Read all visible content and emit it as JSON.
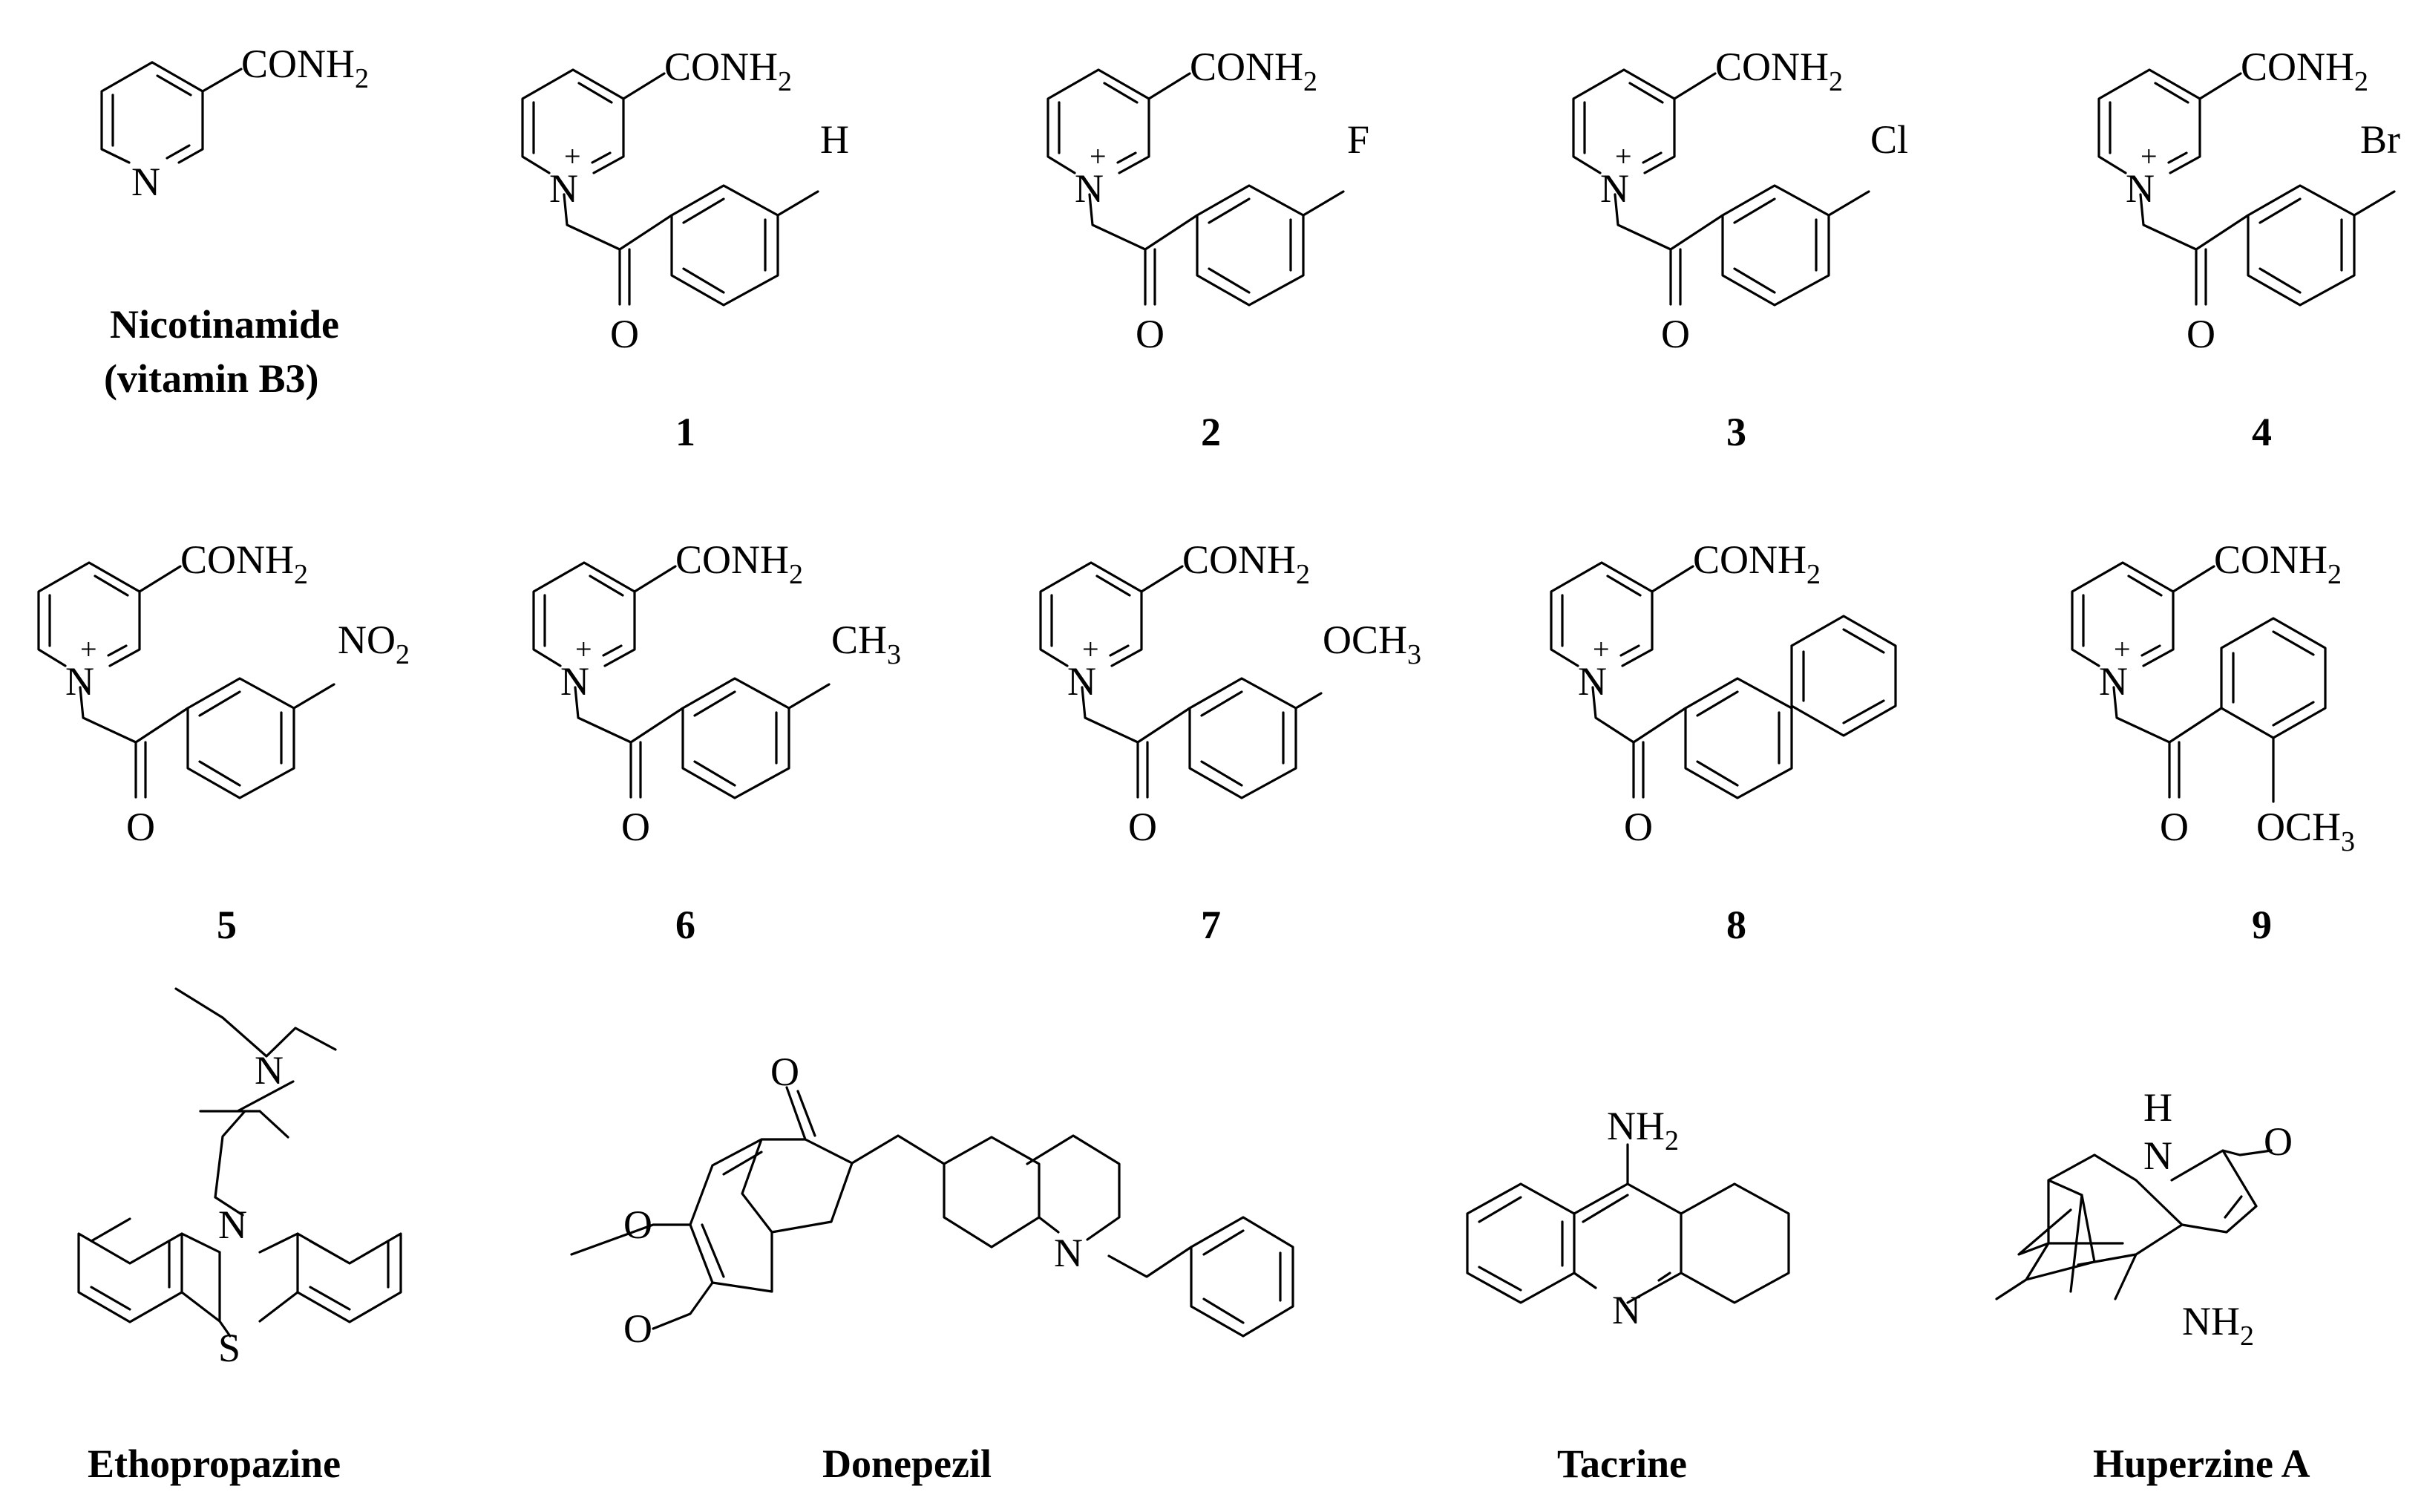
{
  "atoms": {
    "conh2_main": "CONH",
    "h2_sub": "2",
    "n": "N",
    "n_plus": "+",
    "o": "O",
    "h": "H",
    "f": "F",
    "cl": "Cl",
    "br": "Br",
    "no2_main": "NO",
    "ch3_main": "CH",
    "ch3_sub": "3",
    "och3_main": "OCH",
    "s": "S",
    "nh2_main": "NH"
  },
  "captions": {
    "nicotinamide": "Nicotinamide",
    "vitamin": "(vitamin B3)",
    "c1": "1",
    "c2": "2",
    "c3": "3",
    "c4": "4",
    "c5": "5",
    "c6": "6",
    "c7": "7",
    "c8": "8",
    "c9": "9",
    "ethopropazine": "Ethopropazine",
    "donepezil": "Donepezil",
    "tacrine": "Tacrine",
    "huperzine": "Huperzine A"
  }
}
